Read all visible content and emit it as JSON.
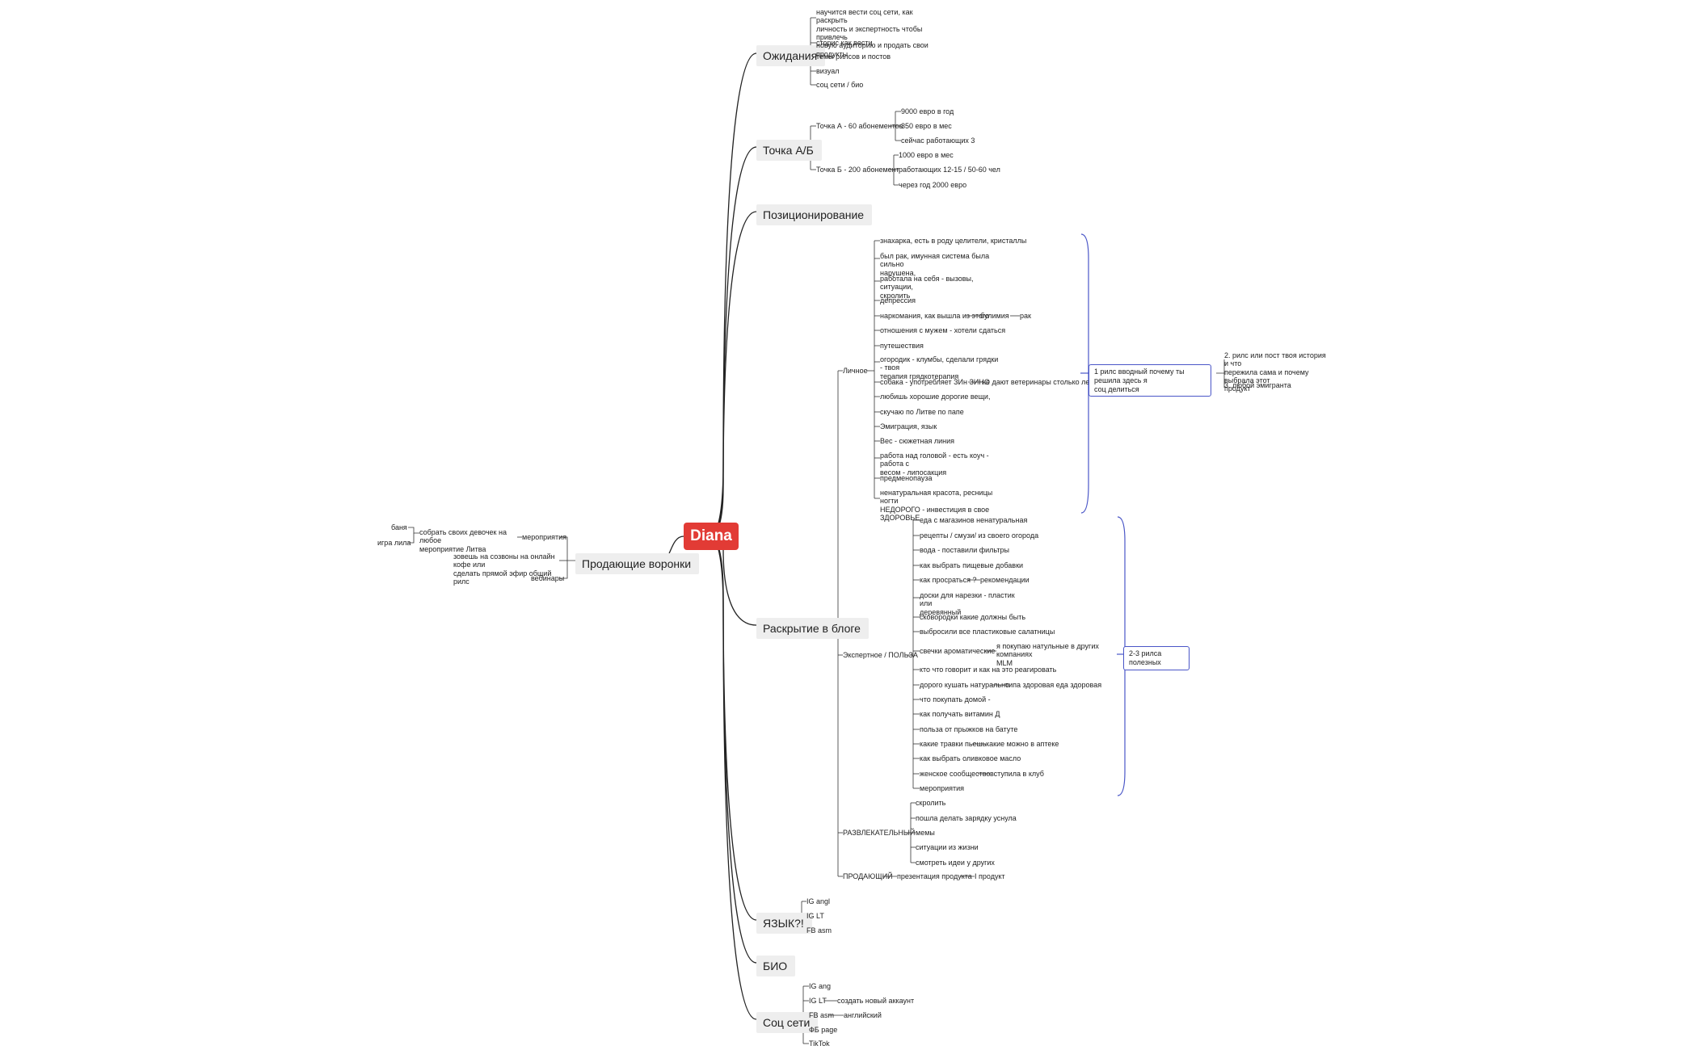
{
  "root": "Diana",
  "center_branches": {
    "expectations": "Ожидания",
    "point_ab": "Точка А/Б",
    "positioning": "Позиционирование",
    "blog": "Раскрытие в блоге",
    "language": "ЯЗЫК?!",
    "bio": "БИО",
    "social": "Соц сети",
    "funnels": "Продающие воронки"
  },
  "expectations_items": [
    "научится вести соц сети, как раскрыть\nличность и экспертность чтобы привлечь\nновую аудиторию и продать свои продукты",
    "сторис как вести",
    "темы рилсов и постов",
    "визуал",
    "соц сети / био"
  ],
  "point_a": {
    "label": "Точка А - 60 абонементов",
    "items": [
      "9000 евро в год",
      "350 евро в мес",
      "сейчас работающих 3"
    ]
  },
  "point_b": {
    "label": "Точка Б - 200 абонемент",
    "items": [
      "1000 евро в мес",
      "работающих 12-15 / 50-60 чел",
      "через год 2000 евро"
    ]
  },
  "blog": {
    "personal": {
      "label": "Личное",
      "items": [
        "знахарка, есть в роду целители,  кристаллы",
        "был рак, имунная система была сильно\nнарушена,",
        "работала на себя - вызовы, ситуации,\nскролить",
        "депрессия",
        "наркомания, как вышла из этого",
        "отношения с мужем - хотели сдаться",
        "путешествия",
        "огородик - клумбы, сделали грядки - твоя\nтерапия грядкотерапия",
        "собака - употребляет ЗИн ЗИНО",
        "любишь хорошие дорогие вещи,",
        "скучаю по Литве по папе",
        "Эмиграция, язык",
        "Вес - сюжетная линия",
        "работа над головой - есть коуч - работа с\nвесом - липосакция",
        "предменопауза",
        "ненатуральная красота, ресницы ногти\nНЕДОРОГО - инвестиция в свое\nЗДОРОВЬЕ"
      ],
      "bulimia": "булимия",
      "cancer": "рак",
      "veterinarians": "не дают ветеринары столько лет",
      "summary": "1 рилс вводный почему ты решила здесь я\nсоц делиться",
      "summary_children": [
        "2. рилс или пост твоя история и что\nпережила сама и почему выбрала этот\nпродукт",
        "3. любой эмигранта"
      ]
    },
    "expert": {
      "label": "Экспертное / ПОЛЬЗА",
      "items": [
        "еда с магазинов ненатуральная",
        "рецепты / смузи/ из своего огорода",
        "вода - поставили фильтры",
        "как выбрать пищевые добавки",
        "как просраться ?",
        "доски для нарезки - пластик или\nдеревянный",
        "сковородки какие должны быть",
        "выбросили все пластиковые салатницы",
        "свечки ароматические",
        "кто что говорит и как на это реагировать",
        "дорого кушать натурально",
        "что покупать домой -",
        "как получать витамин Д",
        "польза от прыжков на батуте",
        "какие травки пьешь",
        "как выбрать оливковое  масло",
        "женское сообщество",
        "мероприятия"
      ],
      "recommendations": "рекомендации",
      "natural_candles": "я покупаю натульные в других компаниях\nMLM",
      "healthy_food": "типа здоровая еда здоровая",
      "pharmacy": "какие можно в аптеке",
      "club": "вступила в клуб",
      "summary": "2-3 рилса полезных"
    },
    "entertaining": {
      "label": "РАЗВЛЕКАТЕЛЬНЫЙ",
      "items": [
        "скролить",
        "пошла делать зарядку уснула",
        "мемы",
        "ситуации из жизни",
        "смотреть идеи у других"
      ]
    },
    "selling": {
      "label": "ПРОДАЮЩИЙ",
      "presentation": "презентация продукта",
      "product": "I продукт"
    }
  },
  "language_items": [
    "IG angl",
    "IG LT",
    "FB asm"
  ],
  "social_items": [
    "IG ang",
    "IG LT",
    "FB asm",
    "ФБ page",
    "TikTok"
  ],
  "social_extra": {
    "new_account": "создать новый аккаунт",
    "english": "английский"
  },
  "funnels": {
    "events": "мероприятия",
    "gather": "собрать своих девочек на любое\nмероприятие Литва",
    "bath": "баня",
    "lila": "игра лила",
    "calls": "зовешь на созвоны на онлайн кофе или\nсделать прямой эфир общий рилс",
    "webinars": "вебинары"
  }
}
